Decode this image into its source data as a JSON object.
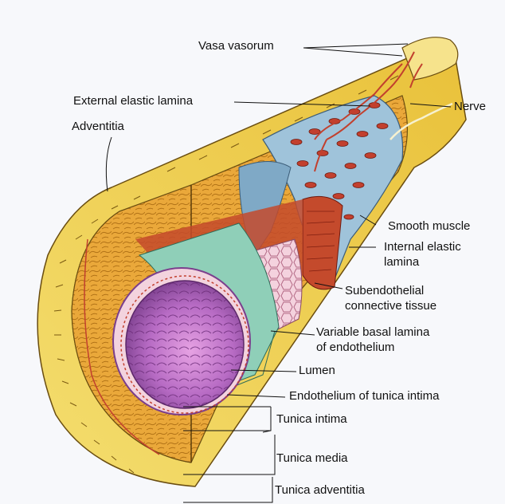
{
  "labels": {
    "vasa_vasorum": "Vasa vasorum",
    "external_elastic_lamina": "External elastic lamina",
    "nerve": "Nerve",
    "adventitia": "Adventitia",
    "smooth_muscle": "Smooth muscle",
    "internal_elastic_lamina_1": "Internal elastic",
    "internal_elastic_lamina_2": "lamina",
    "subendothelial_1": "Subendothelial",
    "subendothelial_2": "connective tissue",
    "basal_lamina_1": "Variable basal lamina",
    "basal_lamina_2": "of endothelium",
    "lumen": "Lumen",
    "endothelium": "Endothelium of tunica intima",
    "tunica_intima": "Tunica intima",
    "tunica_media": "Tunica media",
    "tunica_adventitia": "Tunica adventitia"
  },
  "colors": {
    "adventitia": "#f2d75a",
    "adventitia_shade": "#e2b92f",
    "media": "#e9a531",
    "media_cells": "#b9781a",
    "elastic_blue": "#8fb5cf",
    "intima_pink": "#f2c6d3",
    "lumen": "#b06ac0",
    "vessel_red": "#c2402e",
    "basal_teal": "#8ccfb8"
  }
}
